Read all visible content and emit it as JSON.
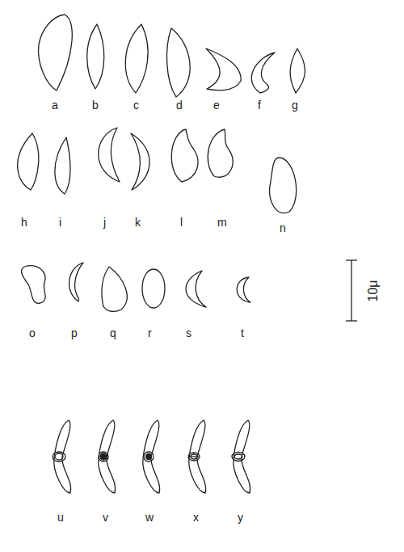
{
  "diagram": {
    "labels": [
      "a",
      "b",
      "c",
      "d",
      "e",
      "f",
      "g",
      "h",
      "i",
      "j",
      "k",
      "l",
      "m",
      "n",
      "o",
      "p",
      "q",
      "r",
      "s",
      "t",
      "10μ",
      "u",
      "v",
      "w",
      "x",
      "y"
    ]
  }
}
